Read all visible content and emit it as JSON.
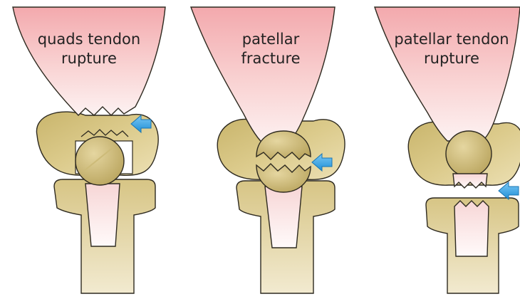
{
  "panels": [
    {
      "label_lines": [
        "quads tendon",
        "rupture"
      ],
      "arrow_icon": "arrow-left-icon"
    },
    {
      "label_lines": [
        "patellar",
        "fracture"
      ],
      "arrow_icon": "arrow-left-icon"
    },
    {
      "label_lines": [
        "patellar tendon",
        "rupture"
      ],
      "arrow_icon": "arrow-left-icon"
    }
  ],
  "colors": {
    "bone": "#dbc988",
    "bone_shadow": "#b9a45a",
    "bone_outline": "#2e2a20",
    "soft_tissue": "#f6c9c9",
    "tendon_pale": "#fbeaea",
    "arrow": "#3fa9e6"
  }
}
